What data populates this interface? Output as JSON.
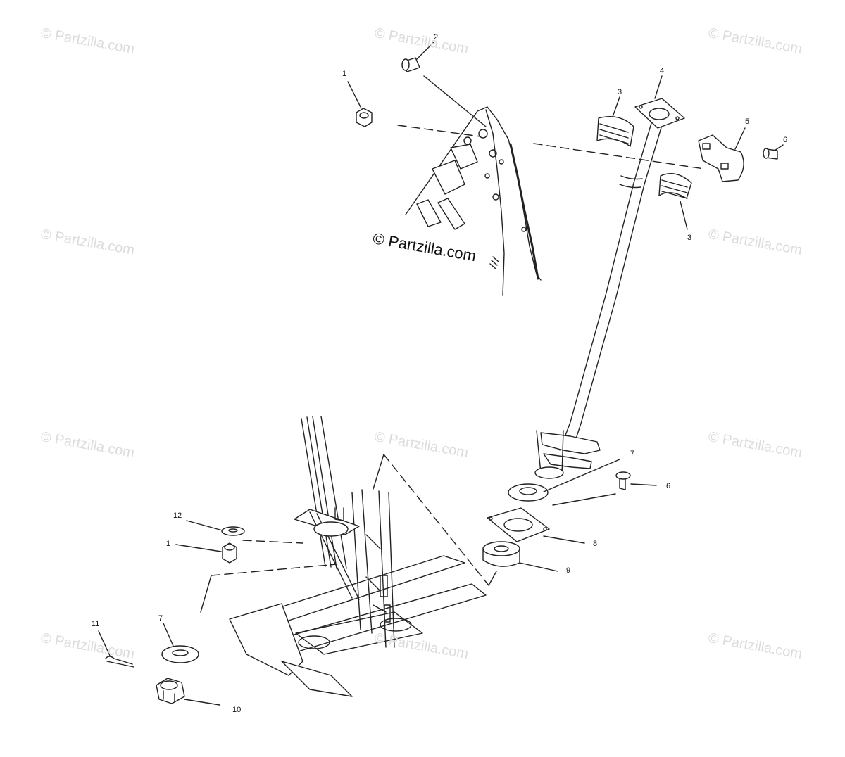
{
  "watermark": "© Partzilla.com",
  "center_watermark": "© Partzilla.com",
  "callouts": [
    "1",
    "2",
    "3",
    "4",
    "3",
    "5",
    "6",
    "7",
    "6",
    "12",
    "1",
    "8",
    "9",
    "11",
    "7",
    "10"
  ]
}
